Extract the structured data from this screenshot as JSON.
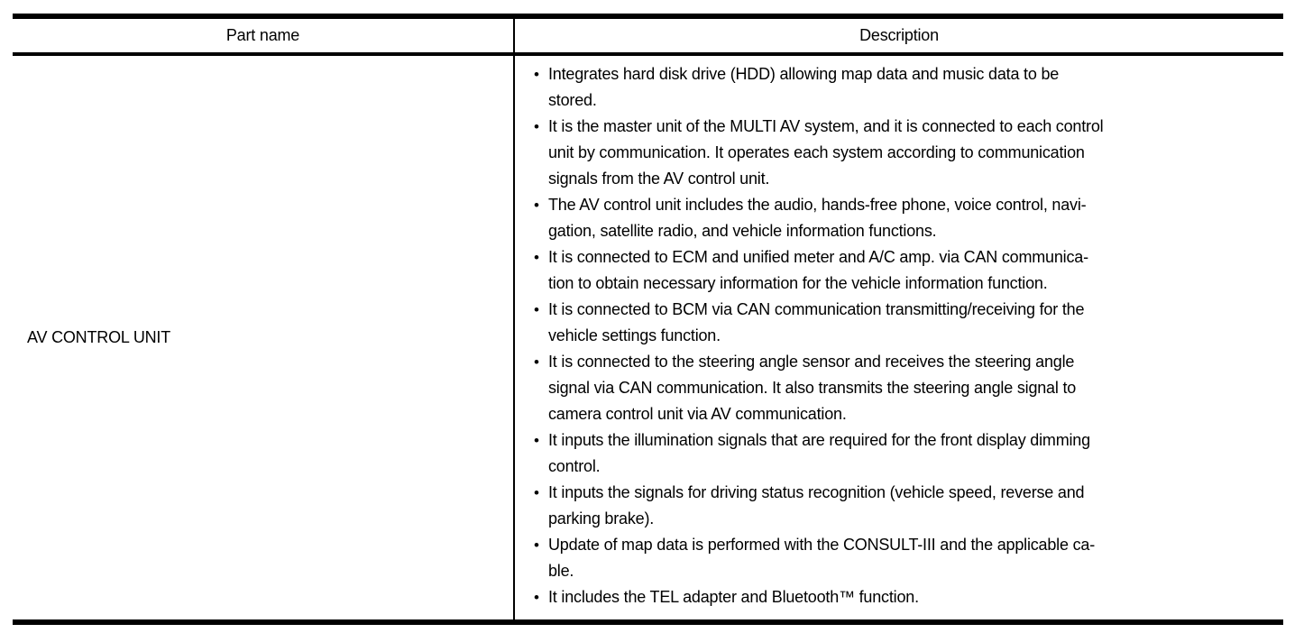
{
  "table": {
    "columns": [
      {
        "label": "Part name"
      },
      {
        "label": "Description"
      }
    ],
    "rows": [
      {
        "part_name": "AV CONTROL UNIT",
        "description_bullets": [
          "Integrates hard disk drive (HDD) allowing map data and music data to be\nstored.",
          "It is the master unit of the MULTI AV system, and it is connected to each control\nunit by communication. It operates each system according to communication\nsignals from the AV control unit.",
          "The AV control unit includes the audio, hands-free phone, voice control, navi-\ngation, satellite radio, and vehicle information functions.",
          "It is connected to ECM and unified meter and A/C amp. via CAN communica-\ntion to obtain necessary information for the vehicle information function.",
          "It is connected to BCM via CAN communication transmitting/receiving for the\nvehicle settings function.",
          "It is connected to the steering angle sensor and receives the steering angle\nsignal via CAN communication. It also transmits the steering angle signal to\ncamera control unit via AV communication.",
          "It inputs the illumination signals that are required for the front display dimming\ncontrol.",
          "It inputs the signals for driving status recognition (vehicle speed, reverse and\nparking brake).",
          "Update of map data is performed with the CONSULT-III and the applicable ca-\nble.",
          "It includes the TEL adapter and Bluetooth™ function."
        ]
      }
    ]
  },
  "colors": {
    "ink": "#000000",
    "paper": "#ffffff"
  }
}
